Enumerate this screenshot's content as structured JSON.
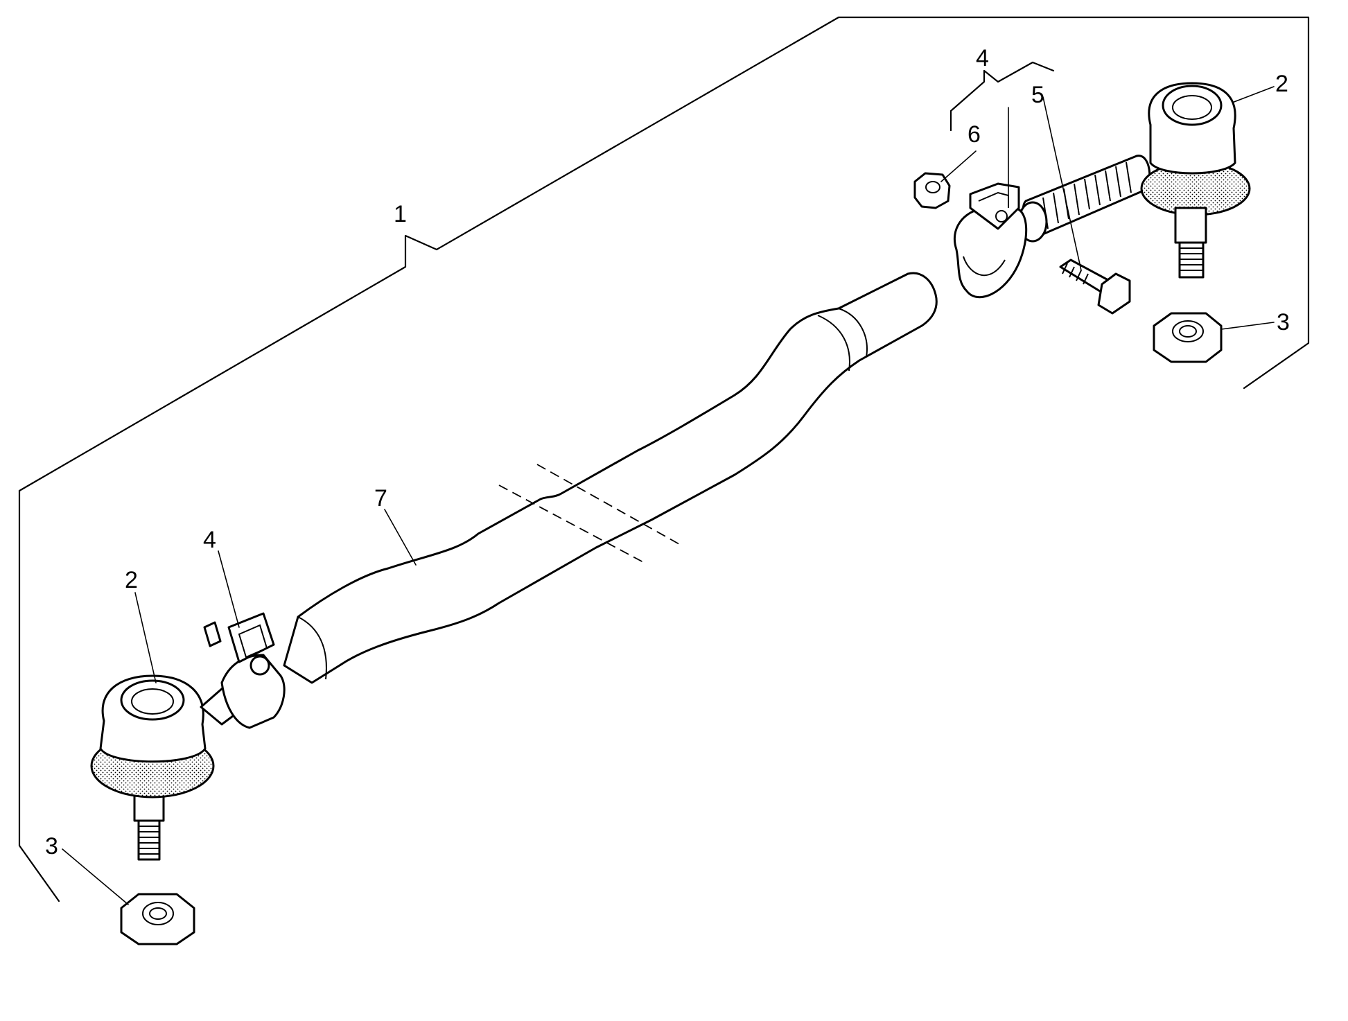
{
  "diagram": {
    "callouts": {
      "assembly": "1",
      "ball_joint_left": "2",
      "ball_joint_right": "2",
      "nut_left": "3",
      "nut_right": "3",
      "clamp_left": "4",
      "clamp_right": "4",
      "bolt": "5",
      "lock_nut": "6",
      "tube": "7"
    }
  }
}
